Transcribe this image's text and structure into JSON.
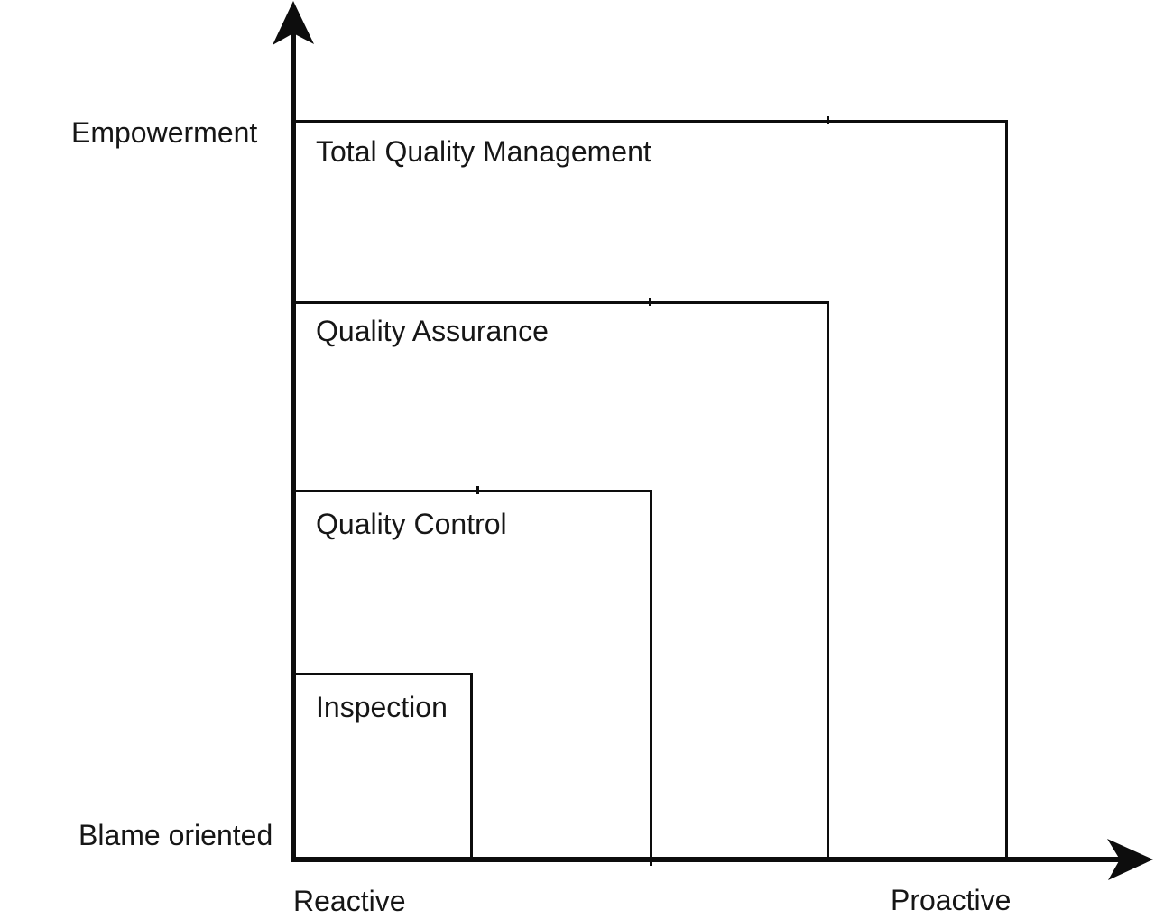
{
  "axes": {
    "y": {
      "top_label": "Empowerment",
      "bottom_label": "Blame oriented"
    },
    "x": {
      "left_label": "Reactive",
      "right_label": "Proactive"
    }
  },
  "levels": [
    {
      "label": "Total Quality Management"
    },
    {
      "label": "Quality Assurance"
    },
    {
      "label": "Quality Control"
    },
    {
      "label": "Inspection"
    }
  ],
  "colors": {
    "line": "#0d0d0d",
    "text": "#161616",
    "background": "#ffffff"
  }
}
